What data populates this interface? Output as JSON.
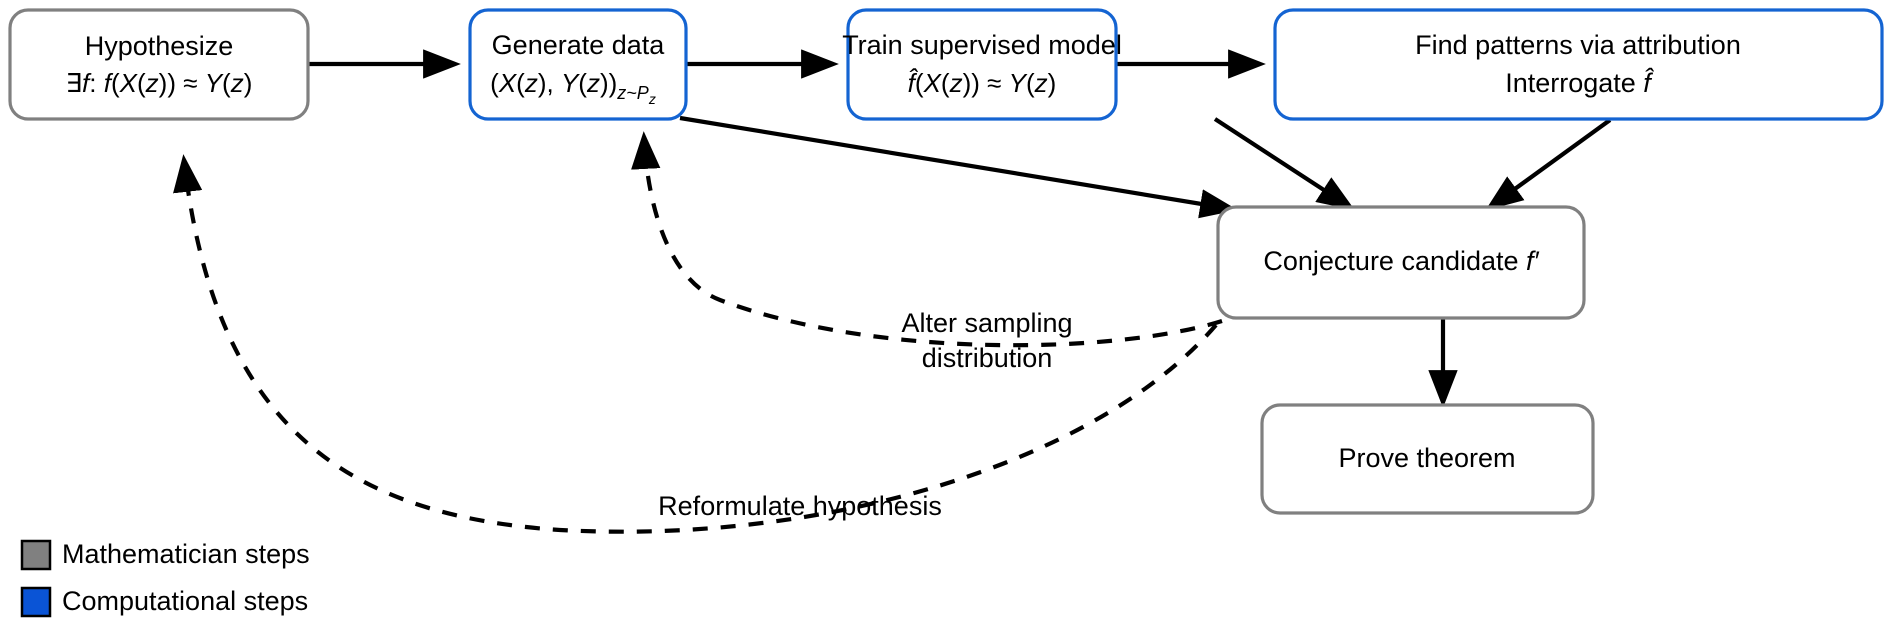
{
  "diagram": {
    "title": "Mathematician / computational discovery loop",
    "colors": {
      "mathematician": "#808080",
      "computational": "#1464d2",
      "legend_math_fill": "#808080",
      "legend_comp_fill": "#0a54d6",
      "edge": "#000000",
      "background": "#ffffff"
    },
    "nodes": [
      {
        "id": "hypothesize",
        "kind": "mathematician",
        "line1": "Hypothesize",
        "line2_parts": {
          "exists": "∃",
          "f": "f",
          "colon": ": ",
          "body": "f(X(z)) ≈ Y(z)"
        },
        "line2_plain": "∃f: f(X(z)) ≈ Y(z)"
      },
      {
        "id": "generate-data",
        "kind": "computational",
        "line1": "Generate data",
        "line2_plain": "(X(z), Y(z))z~Pz",
        "line2_base": "(X(z), Y(z))",
        "line2_sub": "z~P",
        "line2_subsub": "z"
      },
      {
        "id": "train-model",
        "kind": "computational",
        "line1": "Train supervised model",
        "line2_plain": "f̂(X(z)) ≈ Y(z)",
        "line2_hat": "f̂",
        "line2_rest": "(X(z)) ≈ Y(z)"
      },
      {
        "id": "find-patterns",
        "kind": "computational",
        "line1": "Find patterns via attribution",
        "line2_plain": "Interrogate f̂",
        "line2_prefix": "Interrogate ",
        "line2_hat": "f̂"
      },
      {
        "id": "conjecture",
        "kind": "mathematician",
        "line1_prefix": "Conjecture candidate ",
        "line1_symbol": "f′",
        "line1_plain": "Conjecture candidate f′"
      },
      {
        "id": "prove-theorem",
        "kind": "mathematician",
        "line1": "Prove theorem",
        "line1_plain": "Prove theorem"
      }
    ],
    "edges": [
      {
        "id": "hypothesize-to-generate",
        "style": "solid",
        "from": "hypothesize",
        "to": "generate-data",
        "label": ""
      },
      {
        "id": "generate-to-train",
        "style": "solid",
        "from": "generate-data",
        "to": "train-model",
        "label": ""
      },
      {
        "id": "train-to-find",
        "style": "solid",
        "from": "train-model",
        "to": "find-patterns",
        "label": ""
      },
      {
        "id": "generate-to-conjecture",
        "style": "solid",
        "from": "generate-data",
        "to": "conjecture",
        "label": ""
      },
      {
        "id": "train-to-conjecture",
        "style": "solid",
        "from": "train-model",
        "to": "conjecture",
        "label": ""
      },
      {
        "id": "find-to-conjecture",
        "style": "solid",
        "from": "find-patterns",
        "to": "conjecture",
        "label": ""
      },
      {
        "id": "conjecture-to-prove",
        "style": "solid",
        "from": "conjecture",
        "to": "prove-theorem",
        "label": ""
      },
      {
        "id": "alter-sampling",
        "style": "dashed",
        "from": "conjecture",
        "to": "generate-data",
        "label_line1": "Alter sampling",
        "label_line2": "distribution"
      },
      {
        "id": "reformulate",
        "style": "dashed",
        "from": "conjecture",
        "to": "hypothesize",
        "label_line1": "Reformulate hypothesis",
        "label_line2": ""
      }
    ],
    "legend": {
      "items": [
        {
          "id": "legend-mathematician",
          "label": "Mathematician steps",
          "swatch": "#808080"
        },
        {
          "id": "legend-computational",
          "label": "Computational steps",
          "swatch": "#0a54d6"
        }
      ]
    }
  }
}
